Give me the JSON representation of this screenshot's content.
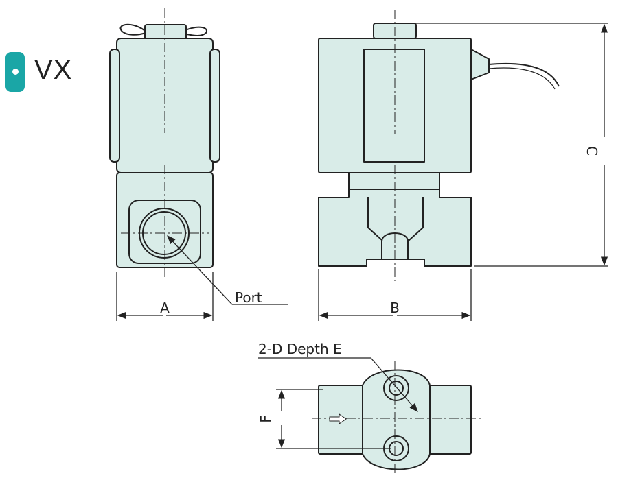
{
  "header": {
    "series_name": "VX"
  },
  "colors": {
    "body_fill": "#d9ece8",
    "stroke": "#222222",
    "badge": "#1aa6a6"
  },
  "labels": {
    "port": "Port",
    "dim_a": "A",
    "dim_b": "B",
    "dim_c": "C",
    "dim_f": "F",
    "bottom_note": "2-D Depth E"
  }
}
